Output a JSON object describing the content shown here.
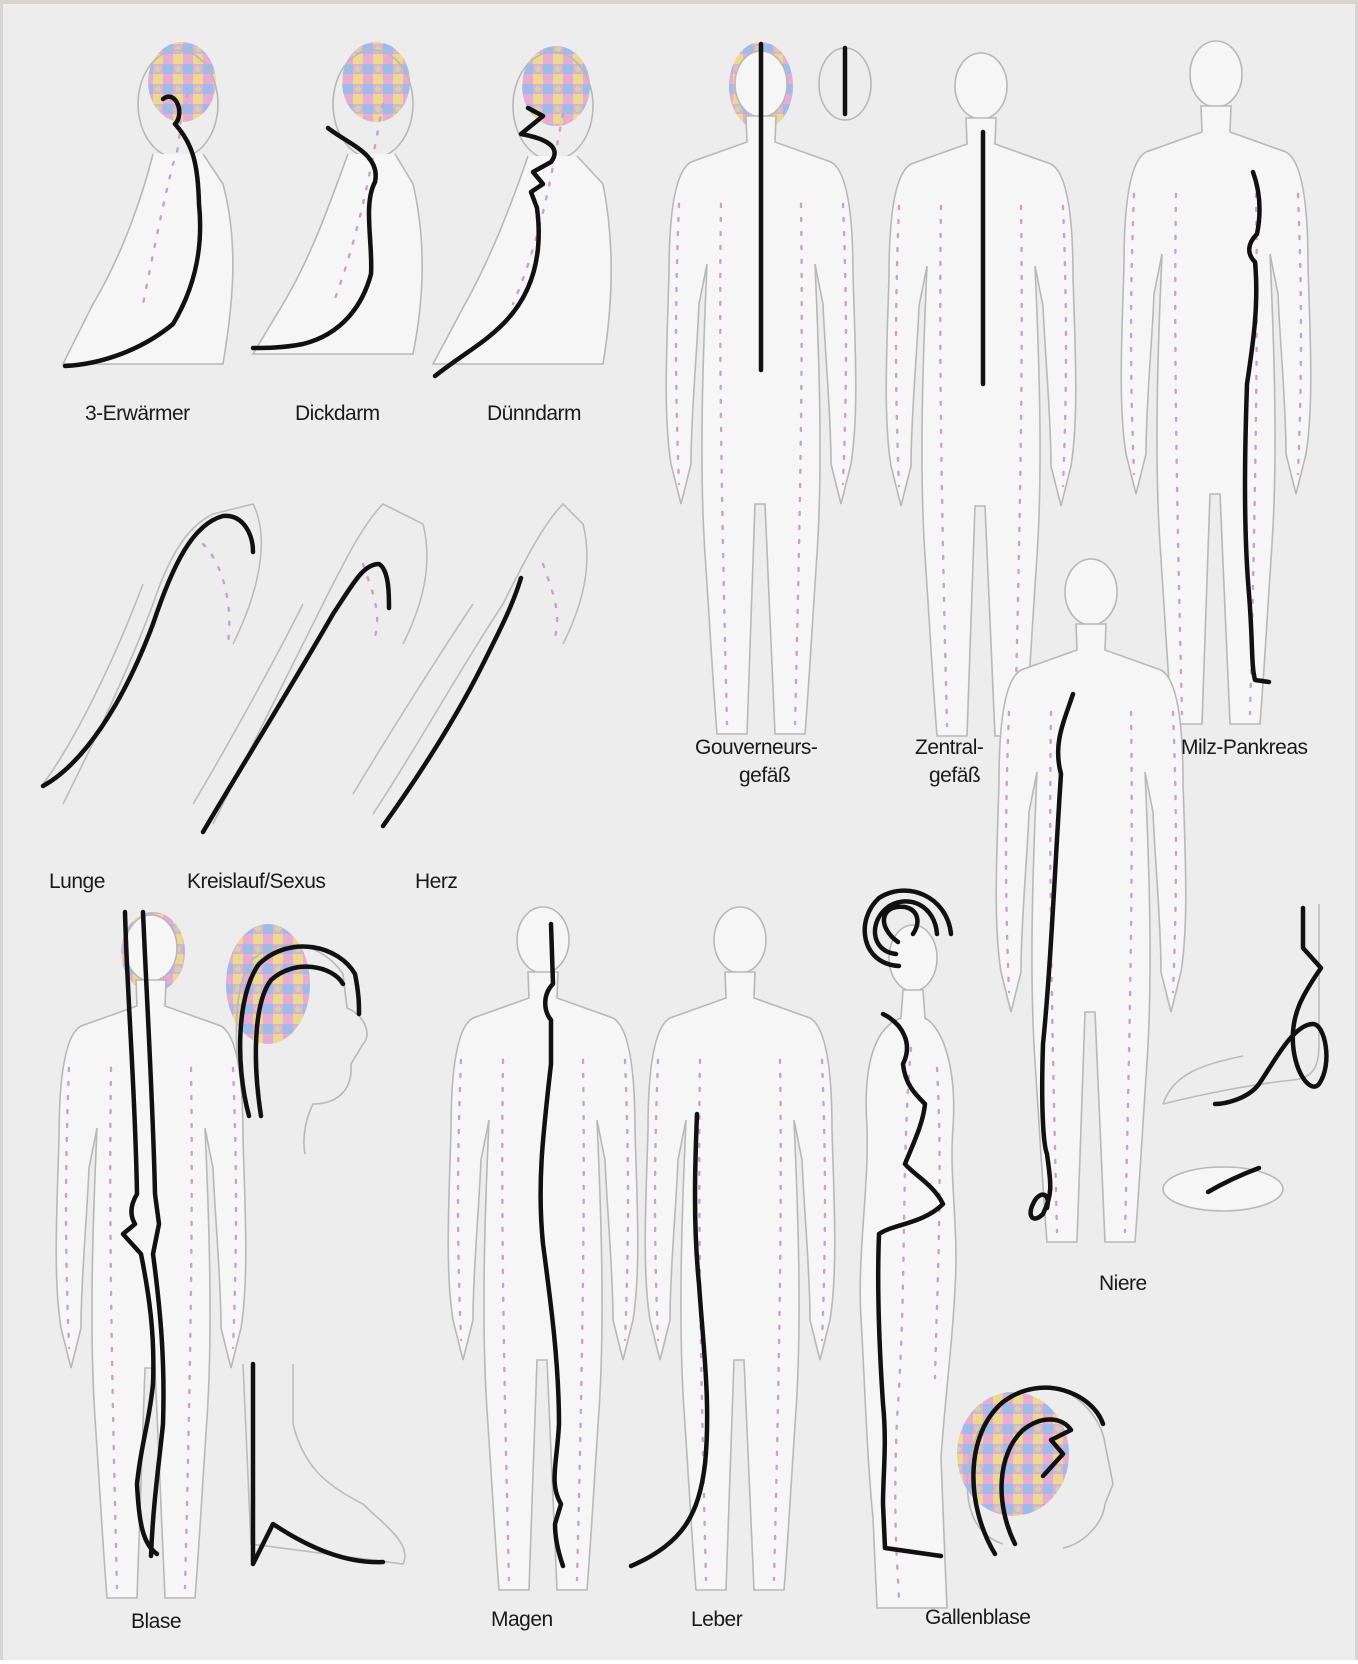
{
  "colors": {
    "background": "#ededed",
    "meridian_line": "#111111",
    "body_outline": "#b8b8b8",
    "hair_pattern_a": "#e7a0cf",
    "hair_pattern_b": "#8fb3e6",
    "hair_pattern_c": "#e9d77e"
  },
  "labels": {
    "san_jiao": "3-Erwärmer",
    "dickdarm": "Dickdarm",
    "duenndarm": "Dünndarm",
    "gouverneur_1": "Gouverneurs-",
    "gouverneur_2": "gefäß",
    "zentral_1": "Zentral-",
    "zentral_2": "gefäß",
    "milz": "Milz-Pankreas",
    "lunge": "Lunge",
    "kreislauf": "Kreislauf/Sexus",
    "herz": "Herz",
    "niere": "Niere",
    "blase": "Blase",
    "magen": "Magen",
    "leber": "Leber",
    "gallenblase": "Gallenblase"
  }
}
